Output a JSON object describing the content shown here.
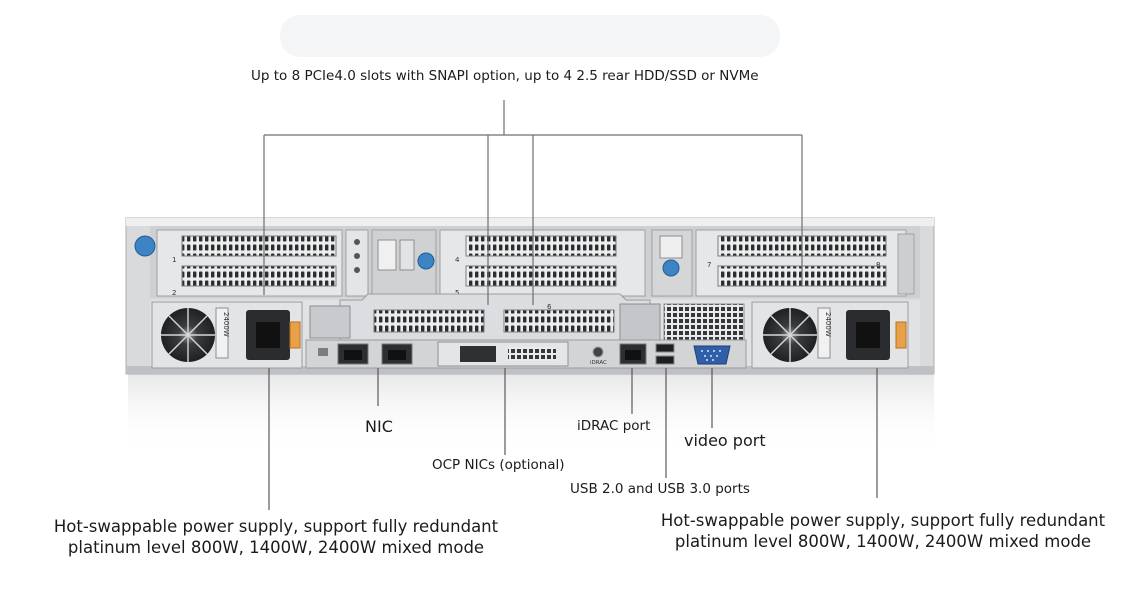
{
  "labels": {
    "top": "Up to 8 PCIe4.0 slots with SNAPI option, up to 4 2.5 rear HDD/SSD or NVMe",
    "nic": "NIC",
    "idrac": "iDRAC port",
    "video": "video port",
    "ocp": "OCP NICs (optional)",
    "usb": "USB 2.0 and USB 3.0 ports",
    "psu_left": {
      "line1": "Hot-swappable power supply, support fully redundant",
      "line2": "platinum level 800W, 1400W, 2400W mixed mode"
    },
    "psu_right": {
      "line1": "Hot-swappable power supply, support fully redundant",
      "line2": "platinum level 800W, 1400W, 2400W mixed mode"
    }
  },
  "slot_numbers": [
    "1",
    "2",
    "4",
    "5",
    "6",
    "7",
    "8"
  ],
  "psu_ratings": [
    "2400W",
    "2400W"
  ],
  "port_markings": {
    "idrac": "iDRAC"
  },
  "colors": {
    "chassis": "#d9dadc",
    "chassis_dark": "#a9abae",
    "bay": "#2a2c2f",
    "touchpoint_blue": "#3d84c6"
  }
}
